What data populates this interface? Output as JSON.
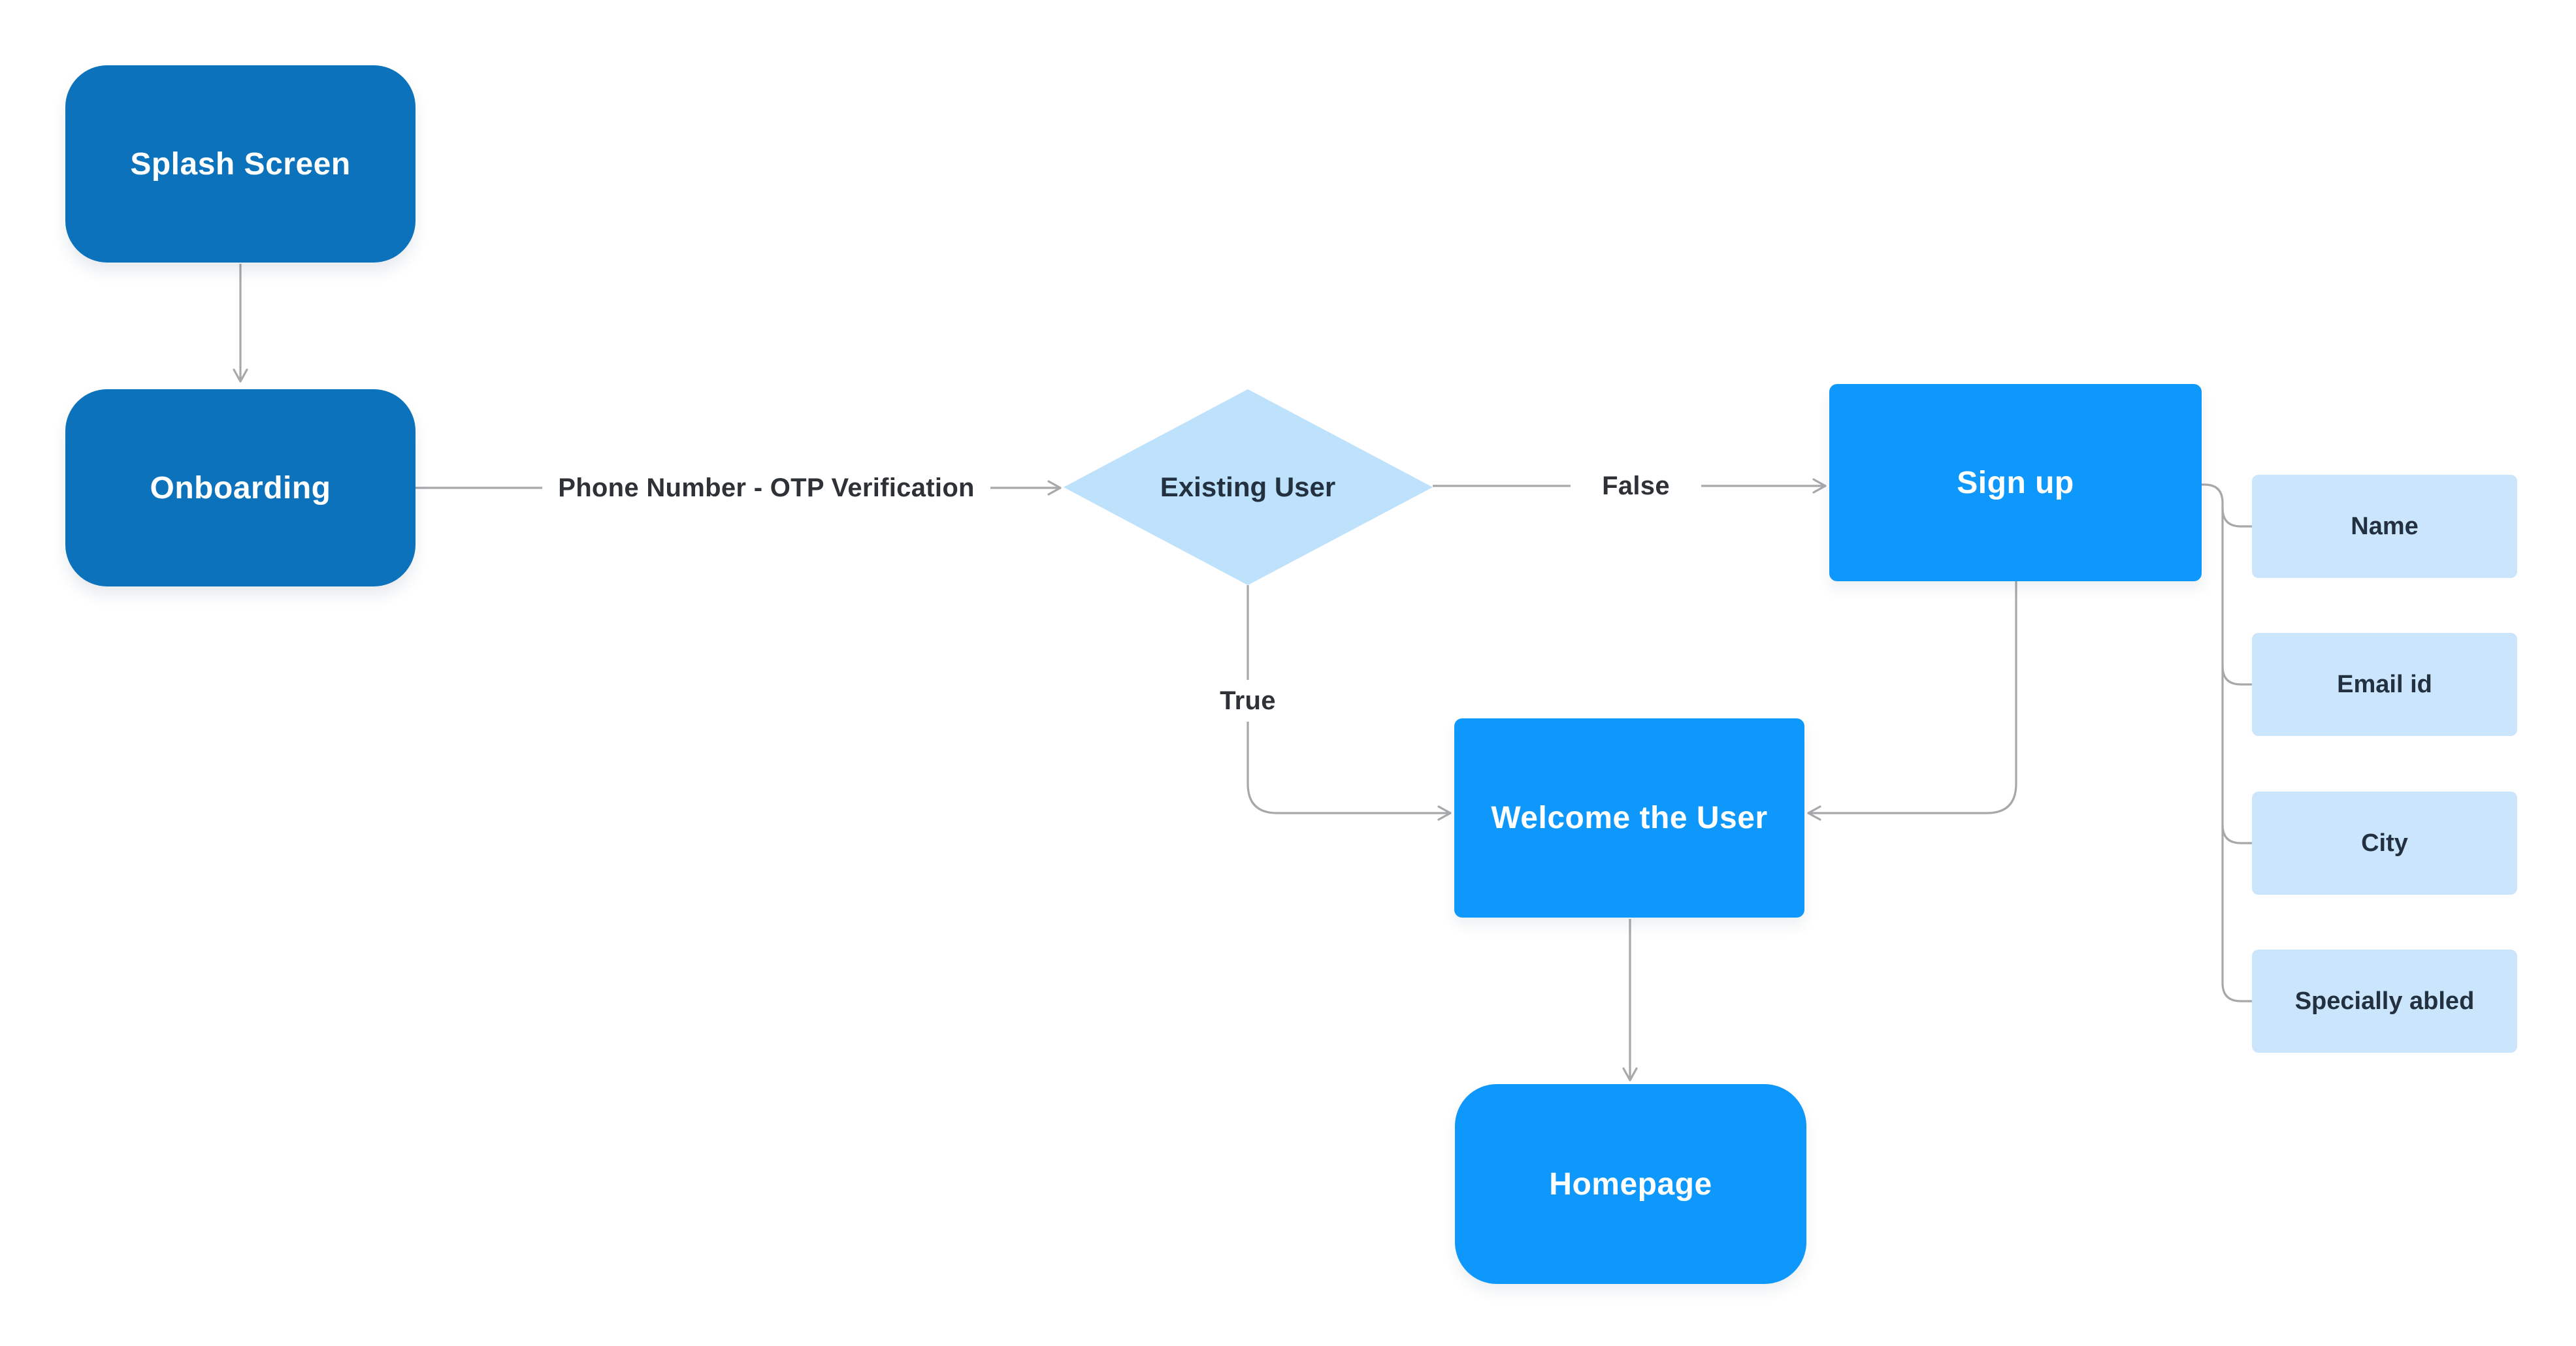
{
  "colors": {
    "dark_blue": "#0c72bb",
    "bright_blue": "#0f98fc",
    "diamond_blue": "#bee1fc",
    "light_blue": "#cbe6fc",
    "line_gray": "#a7a8aa",
    "navy_text": "#22303f",
    "label_text": "#2e3237",
    "page_bg": "#ffffff"
  },
  "flow": {
    "splash": "Splash Screen",
    "onboarding": "Onboarding",
    "decision": "Existing User",
    "signup": "Sign up",
    "welcome": "Welcome the User",
    "homepage": "Homepage"
  },
  "edges": {
    "otp_label": "Phone Number - OTP Verification",
    "false_label": "False",
    "true_label": "True"
  },
  "signup_fields": {
    "name": "Name",
    "email": "Email id",
    "city": "City",
    "specially_abled": "Specially abled"
  }
}
